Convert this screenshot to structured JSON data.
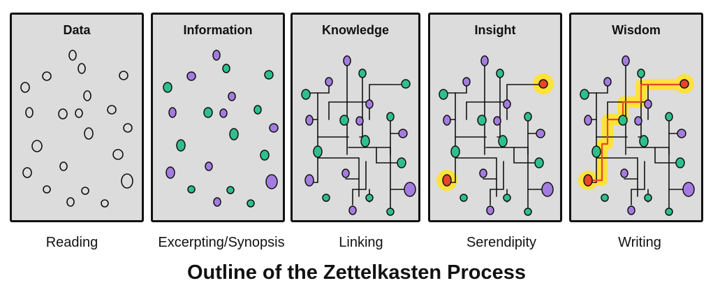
{
  "title": "Outline of the Zettelkasten Process",
  "stages": [
    {
      "name": "Data",
      "caption": "Reading"
    },
    {
      "name": "Information",
      "caption": "Excerpting/Synopsis"
    },
    {
      "name": "Knowledge",
      "caption": "Linking"
    },
    {
      "name": "Insight",
      "caption": "Serendipity"
    },
    {
      "name": "Wisdom",
      "caption": "Writing"
    }
  ],
  "colors": {
    "panel": "#dcdcdc",
    "outline": "#111111",
    "teal_node": "#2fbf8f",
    "purple_node": "#a47ce0",
    "highlight": "#ffe23a",
    "path": "#e8452a"
  }
}
